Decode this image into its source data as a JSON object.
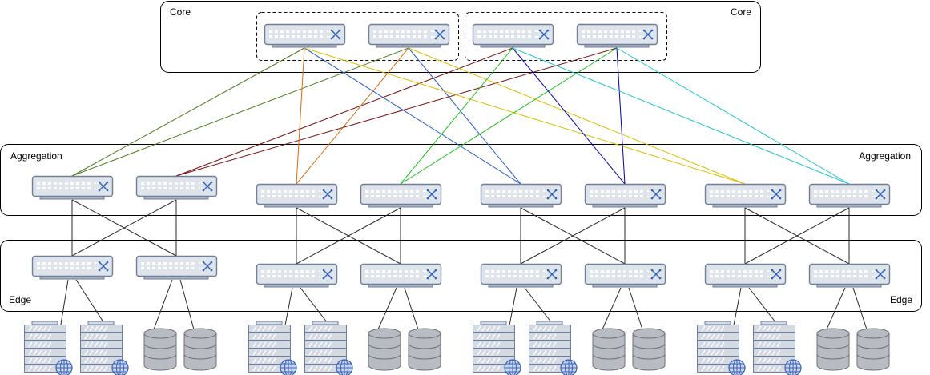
{
  "labels": {
    "core_left": "Core",
    "core_right": "Core",
    "aggregation_left": "Aggregation",
    "aggregation_right": "Aggregation",
    "edge_left": "Edge",
    "edge_right": "Edge"
  },
  "colors": {
    "switch_body": "#dfe3ea",
    "switch_border": "#6f7f9c",
    "server_fill": "#d5d9e0",
    "storage_fill": "#b8bcc2",
    "link_pairs": "#2a2a2a",
    "uplink_colors": [
      "#4a7a1a",
      "#7a0f0f",
      "#d96c10",
      "#2858c8",
      "#d8c000",
      "#1fc21f",
      "#0000b0",
      "#22c8d0"
    ]
  },
  "icons": {
    "switch": "network-switch-icon",
    "server": "server-rack-icon",
    "globe": "globe-icon",
    "storage": "database-storage-icon"
  },
  "switch_counts": {
    "core": 4,
    "aggregation": 8,
    "edge": 8
  },
  "pods": 4,
  "servers_per_pod": 2,
  "storage_per_pod": 2
}
